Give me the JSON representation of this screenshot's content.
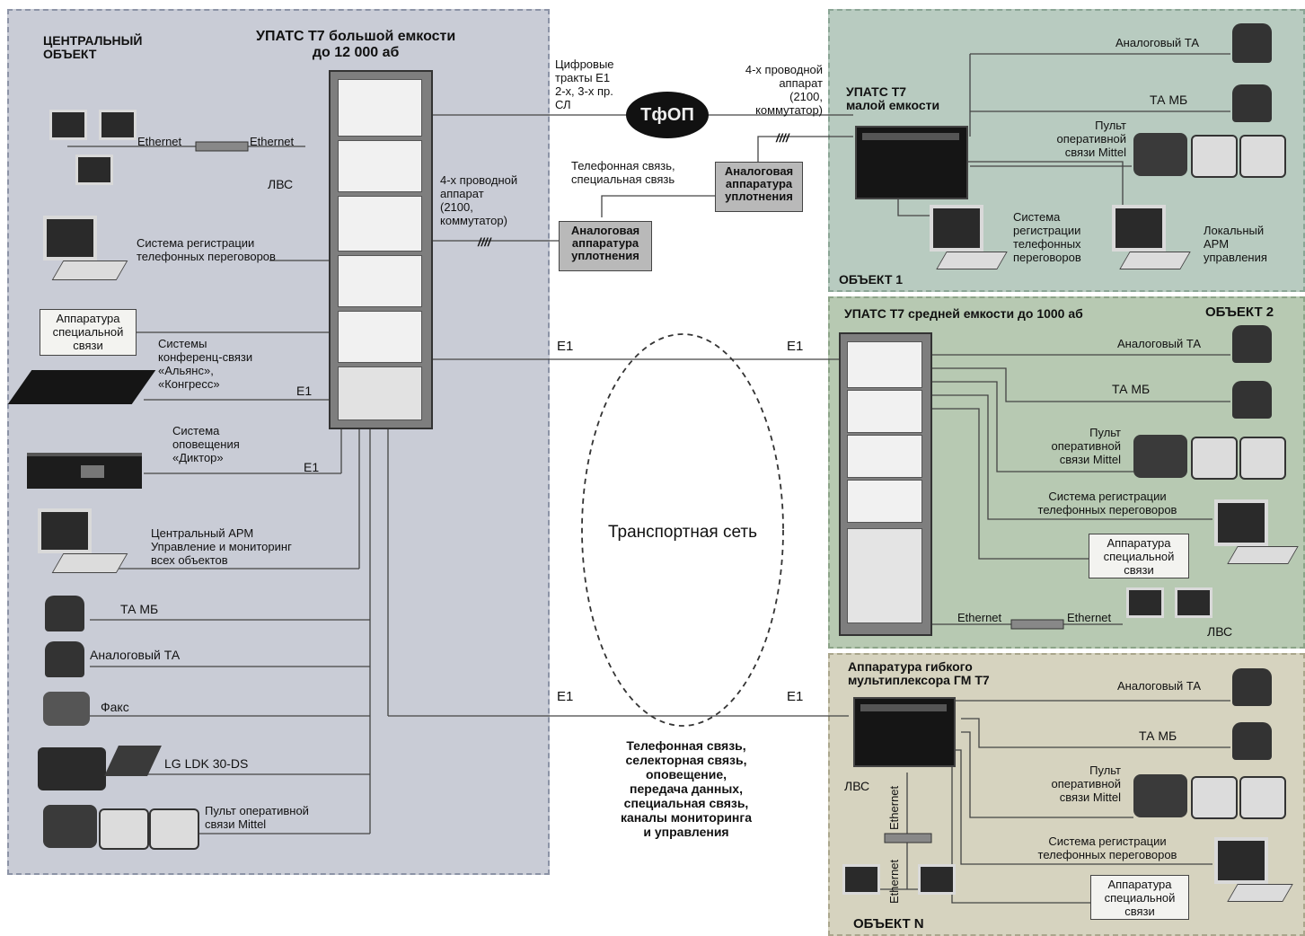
{
  "colors": {
    "central_zone": "#c9ccd6",
    "object1_zone": "#b8cbc0",
    "object2_zone": "#b7c9b2",
    "objectn_zone": "#d6d3bf",
    "line": "#444444"
  },
  "central": {
    "title": "ЦЕНТРАЛЬНЫЙ\nОБЪЕКТ",
    "pbx_title": "УПАТС Т7 большой емкости\nдо 12 000 аб",
    "eth_left": "Ethernet",
    "eth_right": "Ethernet",
    "lan": "ЛВС",
    "call_reg": "Система регистрации\nтелефонных переговоров",
    "special_box": "Аппаратура\nспециальной\nсвязи",
    "conf": "Системы\nконференц-связи\n«Альянс»,\n«Конгресс»",
    "e1_conf": "E1",
    "announce": "Система\nоповещения\n«Диктор»",
    "e1_announce": "E1",
    "central_arm": "Центральный АРМ\nУправление и мониторинг\nвсех объектов",
    "ta_mb": "ТА МБ",
    "analog_ta": "Аналоговый ТА",
    "fax": "Факс",
    "lg": "LG LDK 30-DS",
    "mittel": "Пульт оперативной\nсвязи Mittel"
  },
  "middle": {
    "digital": "Цифровые\nтракты Е1\n2-х, 3-х пр.\nСЛ",
    "tfop": "ТфОП",
    "four_wire_right": "4-х проводной\nаппарат\n(2100,\nкоммутатор)",
    "four_wire_left": "4-х проводной\nаппарат\n(2100,\nкоммутатор)",
    "tel_special": "Телефонная связь,\nспециальная связь",
    "analog_box_right": "Аналоговая\nаппаратура\nуплотнения",
    "analog_box_left": "Аналоговая\nаппаратура\nуплотнения",
    "hash_right": "////",
    "hash_left": "////",
    "transport": "Транспортная сеть",
    "e1_top_left": "E1",
    "e1_top_right": "E1",
    "e1_bottom_left": "E1",
    "e1_bottom_right": "E1",
    "services": "Телефонная связь,\nселекторная связь,\nоповещение,\nпередача данных,\nспециальная связь,\nканалы мониторинга\nи управления"
  },
  "object1": {
    "pbx_title": "УПАТС Т7\nмалой емкости",
    "analog_ta": "Аналоговый ТА",
    "ta_mb": "ТА МБ",
    "mittel": "Пульт\nоперативной\nсвязи Mittel",
    "call_reg": "Система\nрегистрации\nтелефонных\nпереговоров",
    "local_arm": "Локальный\nАРМ\nуправления",
    "name": "ОБЪЕКТ 1"
  },
  "object2": {
    "pbx_title": "УПАТС Т7 средней емкости до 1000 аб",
    "name": "ОБЪЕКТ 2",
    "analog_ta": "Аналоговый ТА",
    "ta_mb": "ТА МБ",
    "mittel": "Пульт\nоперативной\nсвязи Mittel",
    "call_reg": "Система регистрации\nтелефонных переговоров",
    "special_box": "Аппаратура\nспециальной\nсвязи",
    "eth_left": "Ethernet",
    "eth_right": "Ethernet",
    "lan": "ЛВС"
  },
  "objectn": {
    "mux_title": "Аппаратура гибкого\nмультиплексора ГМ Т7",
    "analog_ta": "Аналоговый ТА",
    "ta_mb": "ТА МБ",
    "mittel": "Пульт\nоперативной\nсвязи Mittel",
    "lan": "ЛВС",
    "eth_top": "Ethernet",
    "eth_bottom": "Ethernet",
    "call_reg": "Система регистрации\nтелефонных переговоров",
    "special_box": "Аппаратура\nспециальной\nсвязи",
    "name": "ОБЪЕКТ N"
  }
}
